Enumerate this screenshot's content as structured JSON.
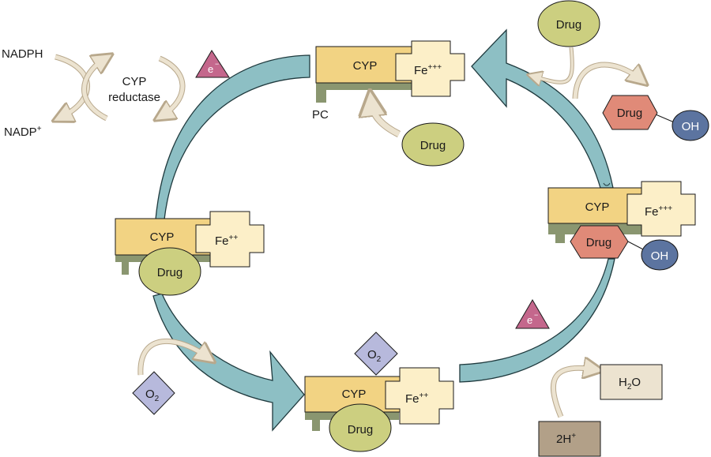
{
  "title": "Cytochrome P450 catalytic cycle",
  "colors": {
    "cycle_arrow": "#8dbfc4",
    "cyp_body": "#f2d383",
    "iron_cross": "#fcefc8",
    "pc_bar": "#8a9670",
    "drug_ellipse": "#cccf80",
    "drug_hexagon": "#e08a78",
    "oh_ellipse": "#5c74a0",
    "electron_triangle": "#c4678c",
    "oxygen_diamond": "#b7b9dc",
    "water_box": "#ece3d0",
    "proton_box": "#b2a088",
    "curved_arrow": "#ece3d0"
  },
  "reductase": {
    "nadph": "NADPH",
    "nadp": "NADP",
    "nadp_sup": "+",
    "cyp_reductase_line1": "CYP",
    "cyp_reductase_line2": "reductase"
  },
  "electron": {
    "symbol": "e",
    "sup": "−"
  },
  "oxygen": {
    "symbol": "O",
    "sub": "2"
  },
  "water": {
    "h": "H",
    "sub": "2",
    "o": "O"
  },
  "protons": {
    "label": "2H",
    "sup": "+"
  },
  "states": {
    "top": {
      "cyp": "CYP",
      "iron": "Fe",
      "iron_sup": "+++",
      "pc": "PC"
    },
    "right": {
      "cyp": "CYP",
      "iron": "Fe",
      "iron_sup": "+++",
      "drug": "Drug",
      "oh": "OH"
    },
    "left": {
      "cyp": "CYP",
      "iron": "Fe",
      "iron_sup": "++",
      "drug": "Drug"
    },
    "bottom": {
      "cyp": "CYP",
      "iron": "Fe",
      "iron_sup": "++",
      "drug": "Drug"
    }
  },
  "free_drugs": {
    "incoming": "Drug",
    "released": "Drug",
    "product_drug": "Drug",
    "product_oh": "OH"
  }
}
